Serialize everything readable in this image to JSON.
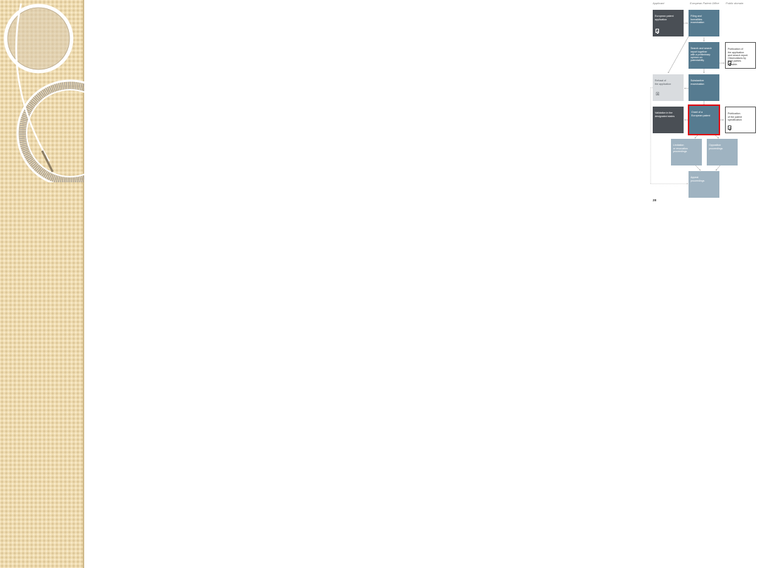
{
  "flowchart": {
    "columns": {
      "applicant": "Applicant",
      "epo": "European Patent Office",
      "public": "Public domain"
    },
    "boxes": {
      "application": "European patent\napplication",
      "filing": "Filing and\nformalities\nexamination",
      "search": "Search and search\nreport together\nwith a preliminary\nopinion on\npatentability",
      "publication_app": "Publication of\nthe application\nand search report.\nObservations by\nthird parties\npossible.",
      "refusal": "Refusal of\nthe application",
      "substantive": "Substantive\nexamination",
      "validation": "Validation in the\ndesignated states",
      "grant": "Grant of a\nEuropean patent",
      "publication_spec": "Publication\nof the patent\nspecification",
      "limitation": "Limitation\nor revocation\nproceedings",
      "opposition": "Opposition\nproceedings",
      "appeal": "Appeal\nproceedings"
    },
    "icons": {
      "doc": "document-icon",
      "refused": "crossed-document-icon"
    },
    "highlight_color": "#e10d15",
    "page_number": "28"
  },
  "colors": {
    "dark_box": "#4a4f55",
    "epo_box": "#567b90",
    "pale_box": "#9fb3c1",
    "grey_box": "#d9dcdf",
    "sidebar": "#efdcb1"
  }
}
